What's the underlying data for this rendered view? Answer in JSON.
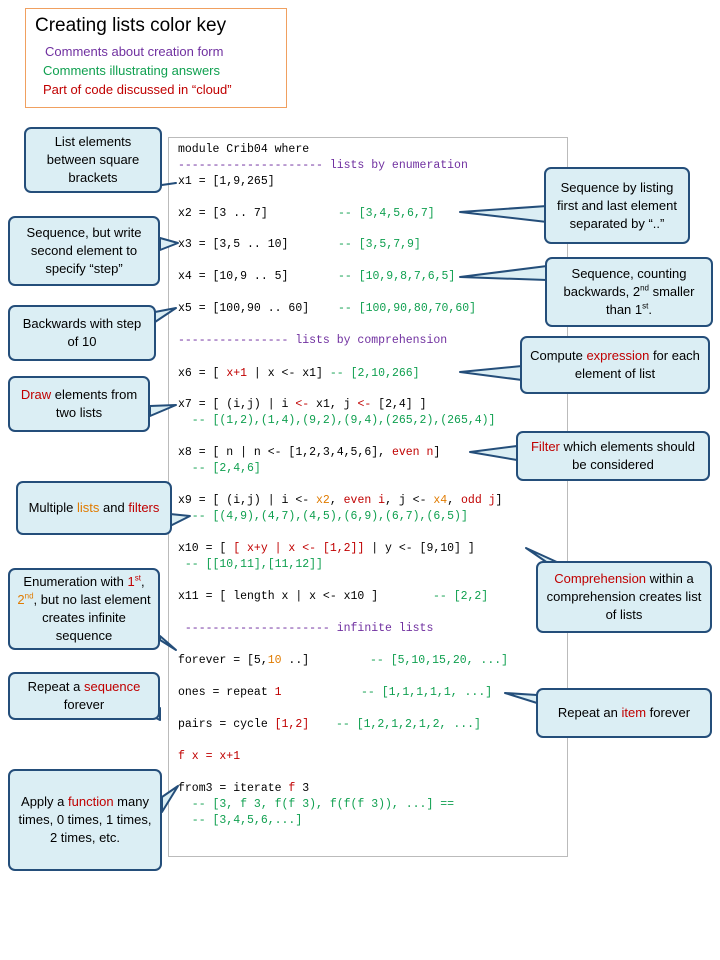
{
  "key": {
    "title": "Creating lists color key",
    "creation": "Comments about creation form",
    "answers": "Comments illustrating answers",
    "cloud": "Part of code discussed in “cloud”",
    "colors": {
      "creation": "#7030a0",
      "answers": "#10a050",
      "cloud": "#c00000"
    }
  },
  "code": {
    "module": "module Crib04 where",
    "header_enum": "--------------------- lists by enumeration",
    "x1": "x1 = [1,9,265]",
    "x2_code": "x2 = [3 .. 7]",
    "x2_comment": "-- [3,4,5,6,7]",
    "x3_code": "x3 = [3,5 .. 10]",
    "x3_comment": "-- [3,5,7,9]",
    "x4_code": "x4 = [10,9 .. 5]",
    "x4_comment": "-- [10,9,8,7,6,5]",
    "x5_code": "x5 = [100,90 .. 60]",
    "x5_comment": "-- [100,90,80,70,60]",
    "header_comp": "---------------- lists by comprehension",
    "x6_a": "x6 = [ ",
    "x6_b": "x+1",
    "x6_c": " | x <- x1] ",
    "x6_comment": "-- [2,10,266]",
    "x7_a": "x7 = [ (i,j) | i ",
    "x7_b": "<-",
    "x7_c": " x1, j ",
    "x7_d": "<-",
    "x7_e": " [2,4] ]",
    "x7_comment": "  -- [(1,2),(1,4),(9,2),(9,4),(265,2),(265,4)]",
    "x8_a": "x8 = [ n | n <- [1,2,3,4,5,6], ",
    "x8_b": "even n",
    "x8_c": "]",
    "x8_comment": "  -- [2,4,6]",
    "x9_a": "x9 = [ (i,j) | i <- ",
    "x9_b": "x2",
    "x9_c": ", ",
    "x9_d": "even i",
    "x9_e": ", j <- ",
    "x9_f": "x4",
    "x9_g": ", ",
    "x9_h": "odd j",
    "x9_i": "]",
    "x9_comment": "  -- [(4,9),(4,7),(4,5),(6,9),(6,7),(6,5)]",
    "x10_a": "x10 = [ ",
    "x10_b": "[ x+y | x <- [1,2]]",
    "x10_c": " | y <- [9,10] ]",
    "x10_comment": " -- [[10,11],[11,12]]",
    "x11_code": "x11 = [ length x | x <- x10 ]",
    "x11_comment": "-- [2,2]",
    "header_inf": " --------------------- infinite lists",
    "forever_a": "forever = [5,",
    "forever_b": "10",
    "forever_c": " ..]",
    "forever_comment": "-- [5,10,15,20, ...]",
    "ones_a": "ones = repeat ",
    "ones_b": "1",
    "ones_comment": "-- [1,1,1,1,1, ...]",
    "pairs_a": "pairs = cycle ",
    "pairs_b": "[1,2]",
    "pairs_comment": "-- [1,2,1,2,1,2, ...]",
    "fx": "f x = x+1",
    "from3_a": "from3 = iterate ",
    "from3_b": "f",
    "from3_c": " 3",
    "from3_comment1": "  -- [3, f 3, f(f 3), f(f(f 3)), ...] ==",
    "from3_comment2": "  -- [3,4,5,6,...]"
  },
  "callouts": {
    "list_elements": "List elements between square brackets",
    "seq_first_last": "Sequence by listing first and last element separated by “..”",
    "seq_step": "Sequence, but write second element to specify “step”",
    "seq_back_a": "Sequence, counting backwards, 2",
    "seq_back_sup": "nd",
    "seq_back_b": " smaller than 1",
    "seq_back_sup2": "st",
    "seq_back_c": ".",
    "backwards_10": "Backwards with step of 10",
    "compute_a": "Compute ",
    "compute_b": "expression",
    "compute_c": " for each element of list",
    "draw_a": "Draw",
    "draw_b": " elements from two lists",
    "filter_a": "Filter",
    "filter_b": " which elements should be considered",
    "multi_a": "Multiple ",
    "multi_b": "lists",
    "multi_c": " and ",
    "multi_d": "filters",
    "comp_a": "Comprehension",
    "comp_b": " within a comprehension creates list of lists",
    "enum_a": "Enumeration with ",
    "enum_b": "1",
    "enum_b_sup": "st",
    "enum_c": ", ",
    "enum_d": "2",
    "enum_d_sup": "nd",
    "enum_e": ", but no last element creates infinite sequence",
    "repeat_seq_a": "Repeat a ",
    "repeat_seq_b": "sequence",
    "repeat_seq_c": " forever",
    "repeat_item_a": "Repeat an ",
    "repeat_item_b": "item",
    "repeat_item_c": " forever",
    "func_a": "Apply a ",
    "func_b": "function",
    "func_c": " many times, 0 times, 1 times, 2 times, etc."
  }
}
